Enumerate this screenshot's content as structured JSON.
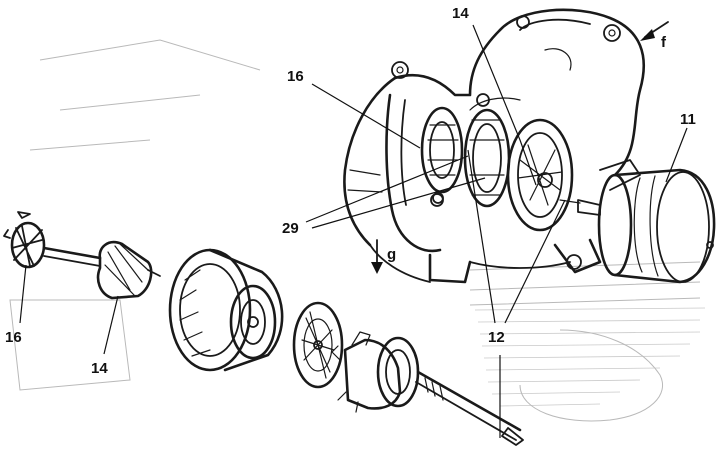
{
  "labels": {
    "l14_top": "14",
    "l_f": "f",
    "l16_top": "16",
    "l11": "11",
    "l29": "29",
    "l_g": "g",
    "l16_bottom": "16",
    "l14_bottom": "14",
    "l12": "12"
  }
}
